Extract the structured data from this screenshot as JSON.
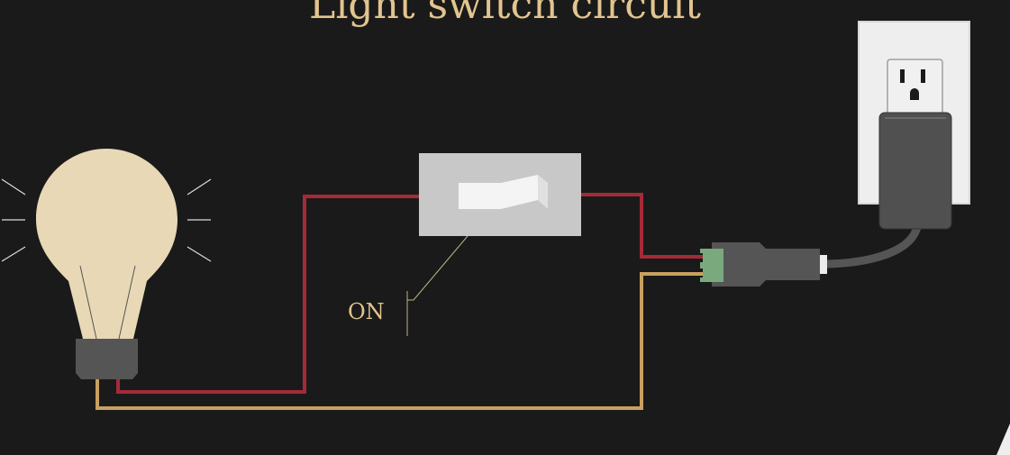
{
  "title": "Light switch circuit",
  "switch": {
    "state_label": "ON"
  },
  "colors": {
    "background": "#1a1a1a",
    "title": "#e2c48e",
    "bulb": "#e8d8b6",
    "bulb_base": "#555555",
    "hot_wire": "#a52a38",
    "neutral_wire": "#c9a060",
    "switch_plate": "#c8c8c8",
    "toggle": "#f2f2f2",
    "connector_green": "#7aa97e",
    "outlet_plate": "#eeeeee",
    "plug": "#505050"
  },
  "components": [
    {
      "name": "light-bulb"
    },
    {
      "name": "light-switch"
    },
    {
      "name": "terminal-connector"
    },
    {
      "name": "wall-outlet"
    }
  ]
}
